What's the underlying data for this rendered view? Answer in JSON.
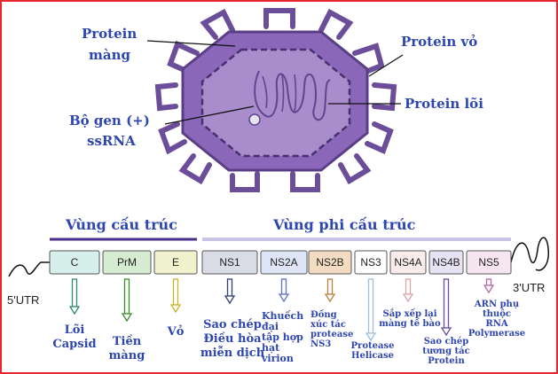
{
  "virus_labels": {
    "membrane_protein": [
      "Protein",
      "màng"
    ],
    "genome": [
      "Bộ gen (+)",
      "ssRNA"
    ],
    "envelope_protein": "Protein vỏ",
    "core_protein": "Protein lõi"
  },
  "regions": {
    "structural": "Vùng cấu trúc",
    "nonstructural": "Vùng phi cấu trúc"
  },
  "utr": {
    "five": "5'UTR",
    "three": "3'UTR"
  },
  "colors": {
    "structural_box": "#d9f0ec",
    "nonstructural_box": "#dfe3f3",
    "virus_outer": "#7d5aaa",
    "virus_inner": "#a487c9",
    "text_blue": "#2e46b0"
  },
  "genes": [
    {
      "name": "C",
      "color": "#d7efea",
      "arrow": "#2e8b6f",
      "func": [
        "Lõi",
        "Capsid"
      ]
    },
    {
      "name": "PrM",
      "color": "#d5ecd0",
      "arrow": "#3c8c2c",
      "func": [
        "Tiền",
        "màng"
      ]
    },
    {
      "name": "E",
      "color": "#f0f2cd",
      "arrow": "#c8b328",
      "func": [
        "Vỏ"
      ]
    },
    {
      "name": "NS1",
      "color": "#d9dce7",
      "arrow": "#2e3f7a",
      "func": [
        "Sao chép",
        "Điều hòa",
        "miễn dịch"
      ]
    },
    {
      "name": "NS2A",
      "color": "#dde5f6",
      "arrow": "#5a72c8",
      "func": [
        "Khuếch",
        "đại",
        "tập hợp",
        "hạt",
        "virion"
      ]
    },
    {
      "name": "NS2B",
      "color": "#f3dcc2",
      "arrow": "#b9803a",
      "func": [
        "Đồng",
        "xúc tác",
        "protease",
        "NS3"
      ]
    },
    {
      "name": "NS3",
      "color": "#ffffff",
      "arrow": "#9cc0dc",
      "func": [
        "Protease",
        "Helicase"
      ]
    },
    {
      "name": "NS4A",
      "color": "#fbecec",
      "arrow": "#e0a3a8",
      "func": [
        "Sắp xếp lại",
        "màng tế bào"
      ]
    },
    {
      "name": "NS4B",
      "color": "#e7e3f4",
      "arrow": "#6a4aa6",
      "func": [
        "Sao chép",
        "tương tác",
        "Protein"
      ]
    },
    {
      "name": "NS5",
      "color": "#f7e6f0",
      "arrow": "#b06aa3",
      "func": [
        "ARN phụ",
        "thuộc",
        "RNA",
        "Polymerase"
      ]
    }
  ]
}
